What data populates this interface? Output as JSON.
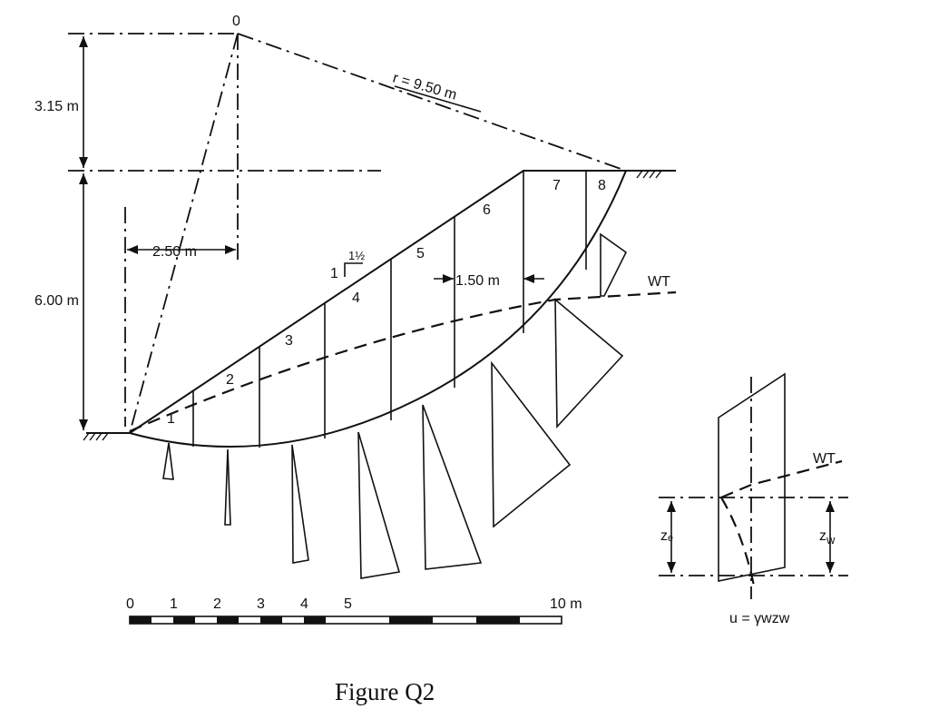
{
  "figure": {
    "caption": "Figure Q2",
    "center_label": "0",
    "radius_label": "r = 9.50 m",
    "dim_vertical_top": "3.15 m",
    "dim_vertical_height": "6.00 m",
    "dim_center_offset": "2.50 m",
    "dim_slice_width": "1.50 m",
    "slope_ratio_vertical": "1",
    "slope_ratio_horizontal": "1½",
    "water_table_label": "WT",
    "slice_numbers": [
      "1",
      "2",
      "3",
      "4",
      "5",
      "6",
      "7",
      "8"
    ],
    "scale_labels": [
      "0",
      "1",
      "2",
      "3",
      "4",
      "5",
      "10 m"
    ]
  },
  "detail": {
    "water_table_label": "WT",
    "ze_label": "zₑ",
    "zw_label": "z",
    "zw_sub": "w",
    "pore_pressure_label": "u = γwzw"
  }
}
